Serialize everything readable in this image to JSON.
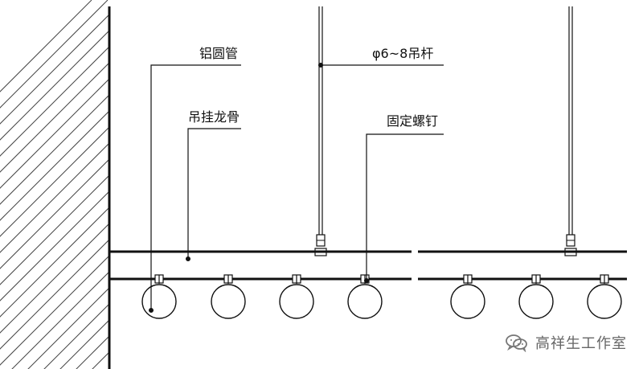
{
  "diagram": {
    "labels": {
      "aluminum_tube": "铝圆管",
      "suspension_keel": "吊挂龙骨",
      "hanger_rod": "φ6~8吊杆",
      "fixing_screw": "固定螺钉"
    },
    "watermark": {
      "text": "高祥生工作室",
      "icon": "wechat-icon"
    },
    "colors": {
      "line": "#111111",
      "hatch": "#444444",
      "watermark": "#666666"
    },
    "tube_count": 7
  }
}
